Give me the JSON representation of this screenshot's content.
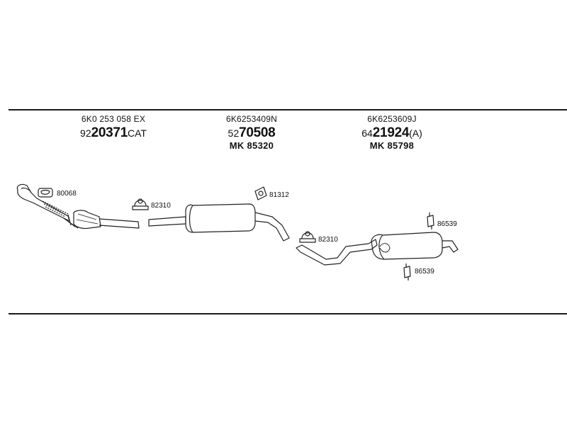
{
  "groups": [
    {
      "oe": "6K0 253 058 EX",
      "part_prefix": "92",
      "part_bold": "20371",
      "part_suffix": "CAT",
      "mk": ""
    },
    {
      "oe": "6K6253409N",
      "part_prefix": "52",
      "part_bold": "70508",
      "part_suffix": "",
      "mk": "MK 85320"
    },
    {
      "oe": "6K6253609J",
      "part_prefix": "64",
      "part_bold": "21924",
      "part_suffix": "(A)",
      "mk": "MK 85798"
    }
  ],
  "callouts": {
    "gasket": "80068",
    "clamp1": "82310",
    "bracket": "81312",
    "clamp2": "82310",
    "hanger_top": "86539",
    "hanger_bottom": "86539"
  }
}
